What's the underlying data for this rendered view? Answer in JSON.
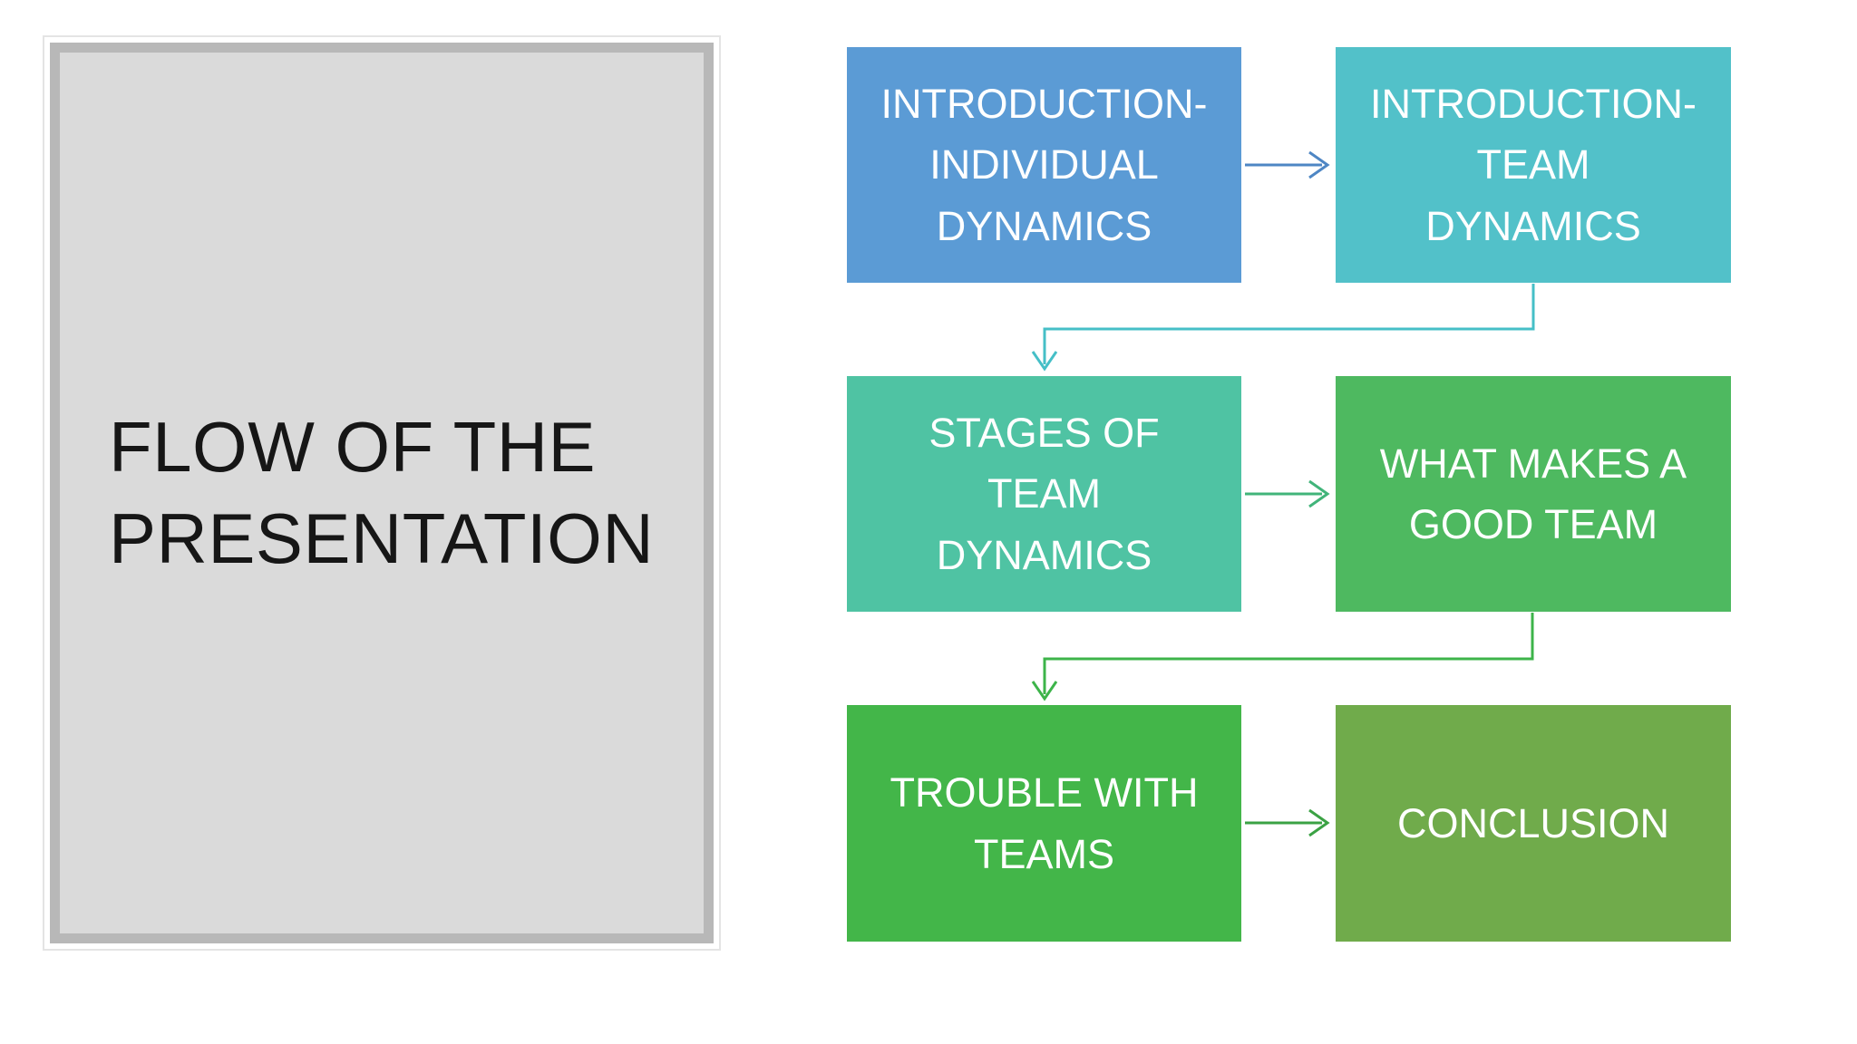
{
  "slide": {
    "background_color": "#FFFFFF",
    "title_panel": {
      "title": "FLOW OF THE\nPRESENTATION",
      "fill_color": "#DADADA",
      "mat_border_color": "#B8B8B8",
      "outer_border_color": "#E4E4E4",
      "text_color": "#161616"
    },
    "flowchart": {
      "text_color": "#FFFFFF",
      "nodes": [
        {
          "id": "introduction-individual-dynamics",
          "label": "INTRODUCTION-\nINDIVIDUAL\nDYNAMICS",
          "color": "#5B9BD5"
        },
        {
          "id": "introduction-team-dynamics",
          "label": "INTRODUCTION-\nTEAM\nDYNAMICS",
          "color": "#52C1C9"
        },
        {
          "id": "stages-of-team-dynamics",
          "label": "STAGES OF\nTEAM\nDYNAMICS",
          "color": "#4FC3A3"
        },
        {
          "id": "what-makes-a-good-team",
          "label": "WHAT MAKES A\nGOOD TEAM",
          "color": "#4EB960"
        },
        {
          "id": "trouble-with-teams",
          "label": "TROUBLE WITH\nTEAMS",
          "color": "#43B649"
        },
        {
          "id": "conclusion",
          "label": "CONCLUSION",
          "color": "#70AB4B"
        }
      ],
      "connectors": [
        {
          "from": "introduction-individual-dynamics",
          "to": "introduction-team-dynamics",
          "color": "#4E86C4"
        },
        {
          "from": "introduction-team-dynamics",
          "to": "stages-of-team-dynamics",
          "color": "#45BFC7"
        },
        {
          "from": "stages-of-team-dynamics",
          "to": "what-makes-a-good-team",
          "color": "#41B47A"
        },
        {
          "from": "what-makes-a-good-team",
          "to": "trouble-with-teams",
          "color": "#3DB44A"
        },
        {
          "from": "trouble-with-teams",
          "to": "conclusion",
          "color": "#3BA244"
        }
      ]
    }
  }
}
